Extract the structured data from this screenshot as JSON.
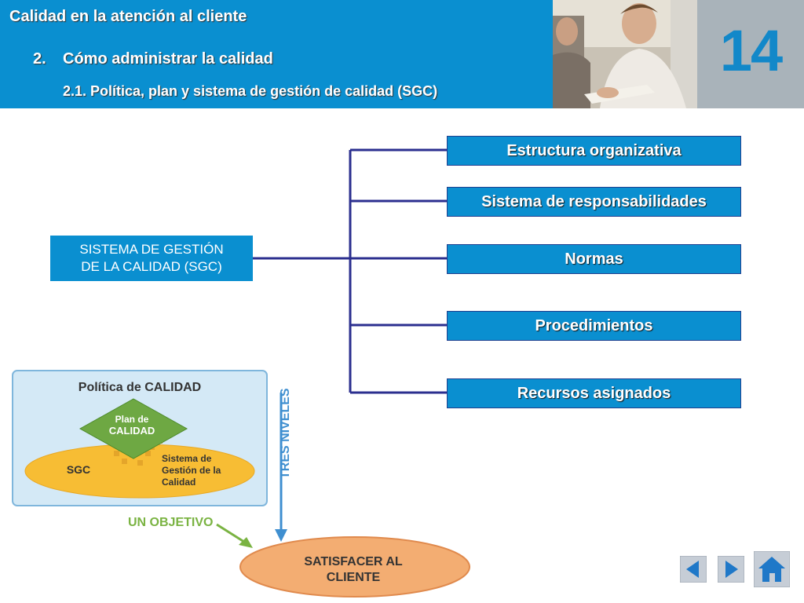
{
  "header": {
    "title": "Calidad en la atención al cliente",
    "section_number": "2.",
    "section_title": "Cómo administrar la calidad",
    "subsection": "2.1. Política, plan y sistema de gestión de calidad (SGC)",
    "chapter_number": "14"
  },
  "diagram": {
    "root_line1": "SISTEMA DE GESTIÓN",
    "root_line2": "DE LA CALIDAD (SGC)",
    "items": [
      "Estructura organizativa",
      "Sistema de responsabilidades",
      "Normas",
      "Procedimientos",
      "Recursos asignados"
    ]
  },
  "illustration": {
    "policy": "Política de CALIDAD",
    "plan_line1": "Plan de",
    "plan_line2": "CALIDAD",
    "sgc": "SGC",
    "sgc_desc_line1": "Sistema de",
    "sgc_desc_line2": "Gestión de la",
    "sgc_desc_line3": "Calidad",
    "levels": "TRES NIVELES",
    "objective": "UN OBJETIVO",
    "goal_line1": "SATISFACER AL",
    "goal_line2": "CLIENTE"
  },
  "colors": {
    "header_blue": "#0a8fd0",
    "connector": "#2b2f8f",
    "panel_bg": "#d4e9f6",
    "ellipse_yellow": "#f7bd34",
    "diamond_green": "#6ea843",
    "goal_orange": "#f3ad72",
    "arrow_blue": "#3f8fd0",
    "arrow_green": "#7ab342"
  }
}
